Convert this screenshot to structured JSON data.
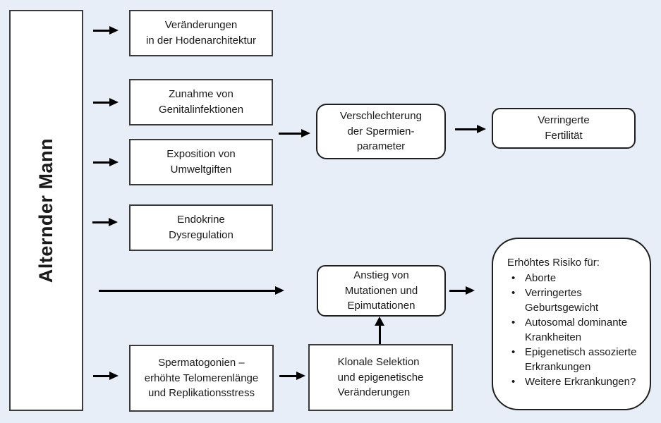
{
  "palette": {
    "background": "#e8eef8",
    "box_fill": "#ffffff",
    "box_border": "#3a3a3a",
    "rounded_border": "#1f1f1f",
    "arrow": "#000000",
    "text": "#1a1a1a"
  },
  "nodes": {
    "source": "Alternder Mann",
    "testis_architecture": "Veränderungen\nin der Hodenarchitektur",
    "genital_infections": "Zunahme von\nGenitalinfektionen",
    "environmental_toxins": "Exposition von\nUmweltgiften",
    "endocrine_dysregulation": "Endokrine\nDysregulation",
    "spermatogonia": "Spermatogonien –\nerhöhte Telomerenlänge\nund Replikationsstress",
    "sperm_parameters": "Verschlechterung\nder Spermien-\nparameter",
    "reduced_fertility": "Verringerte\nFertilität",
    "mutations": "Anstieg von\nMutationen und\nEpimutationen",
    "clonal_selection": "Klonale Selektion\nund epigenetische\nVeränderungen",
    "risk": {
      "title": "Erhöhtes Risiko für:",
      "items": [
        "Aborte",
        "Verringertes Geburtsgewicht",
        "Autosomal dominante Krankheiten",
        "Epigenetisch assozierte Erkrankungen",
        "Weitere Erkrankungen?"
      ]
    }
  }
}
